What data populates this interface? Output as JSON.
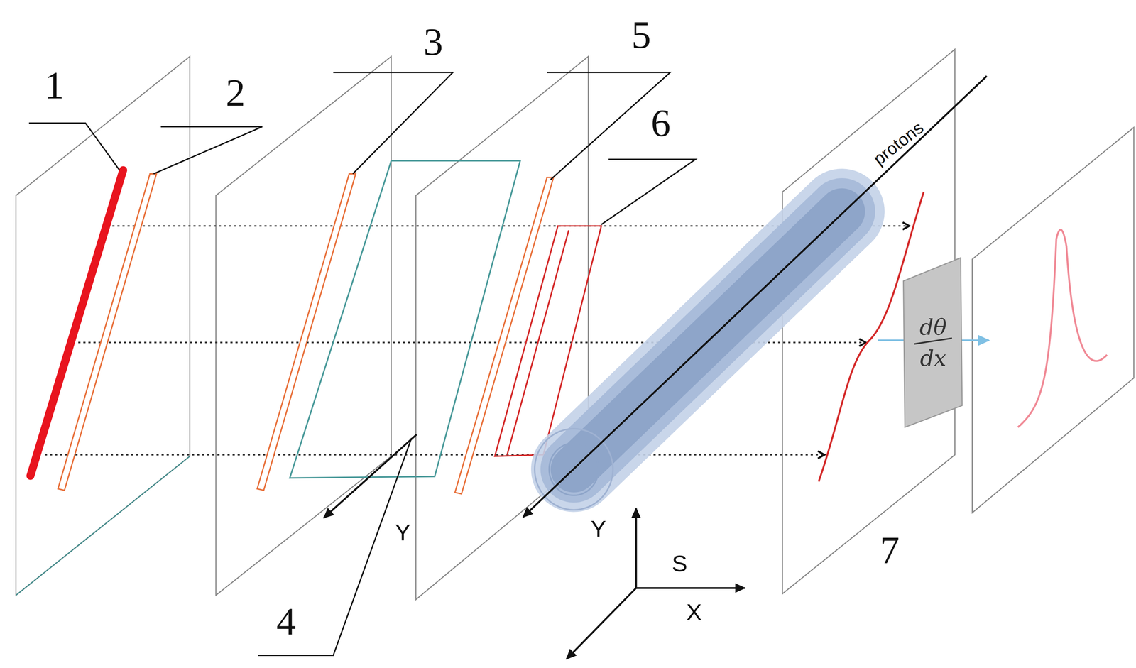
{
  "diagram": {
    "nodes": [
      {
        "text": [
          "dθ dx"
        ]
      }
    ],
    "labels": [
      "1",
      "2",
      "3",
      "4",
      "5",
      "6",
      "7",
      "Y",
      "Y",
      "S",
      "X",
      "protons"
    ]
  }
}
